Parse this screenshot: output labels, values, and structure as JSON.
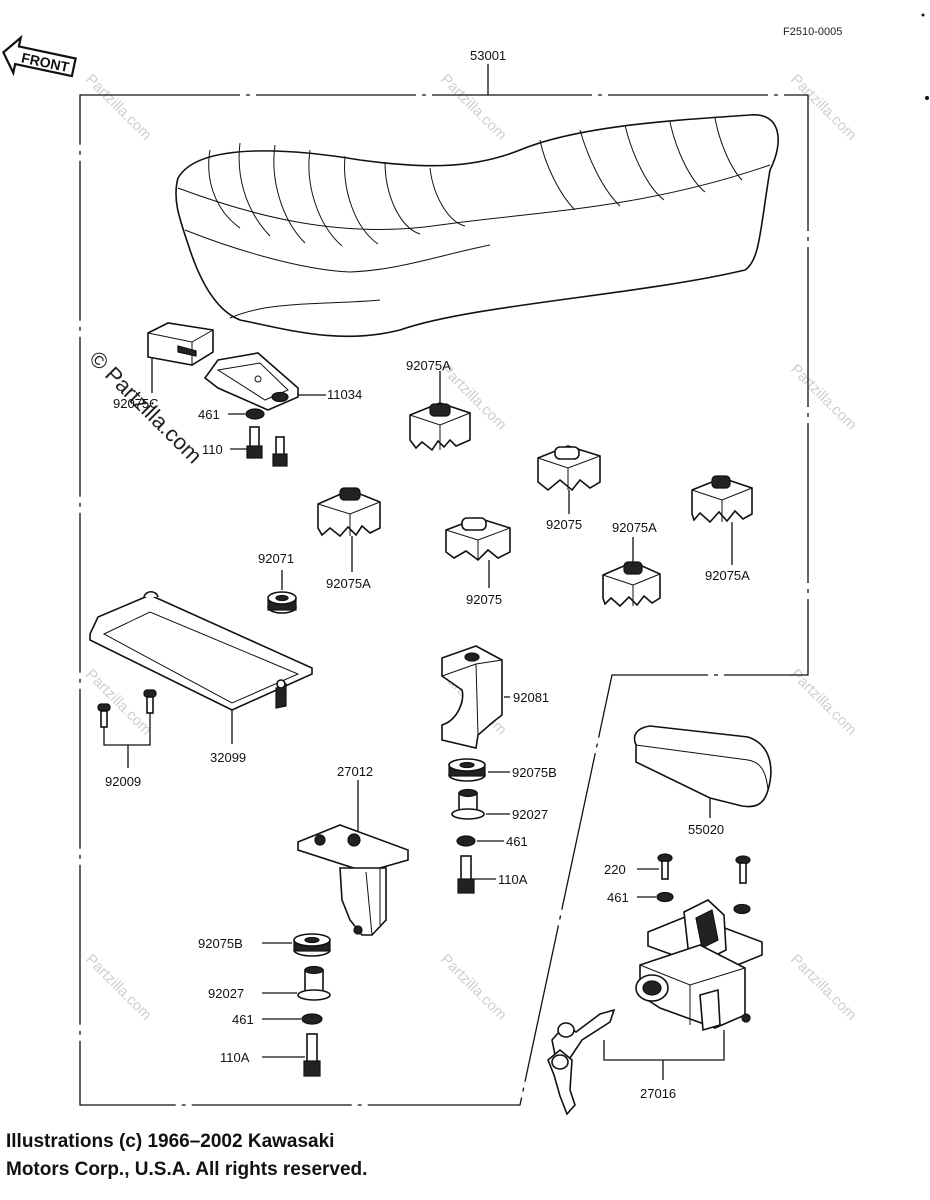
{
  "diagram_code": "F2510-0005",
  "front_label": "FRONT",
  "watermark_text": "Partzilla.com",
  "watermark_main": "© Partzilla.com",
  "parts": {
    "seat": "53001",
    "seat_bracket_top": "11034",
    "damper_top_left": "92075C",
    "washer_top": "461",
    "bolt_top": "110",
    "damper_a1": "92075A",
    "damper_1": "92075",
    "damper_2": "92075",
    "damper_a2": "92075A",
    "damper_a3": "92075A",
    "damper_a4": "92075A",
    "grommet": "92071",
    "tray": "32099",
    "screws": "92009",
    "cover_bracket": "92081",
    "damper_b1": "92075B",
    "collar_1": "92027",
    "washer_mid": "461",
    "bolt_mid": "110A",
    "hinge_bracket": "27012",
    "damper_b2": "92075B",
    "collar_2": "92027",
    "washer_bottom": "461",
    "bolt_bottom": "110A",
    "lock_cover": "55020",
    "screw_220": "220",
    "washer_lock": "461",
    "seat_lock": "27016"
  },
  "copyright_line1": "Illustrations (c) 1966–2002 Kawasaki",
  "copyright_line2": "Motors Corp., U.S.A.  All rights reserved."
}
